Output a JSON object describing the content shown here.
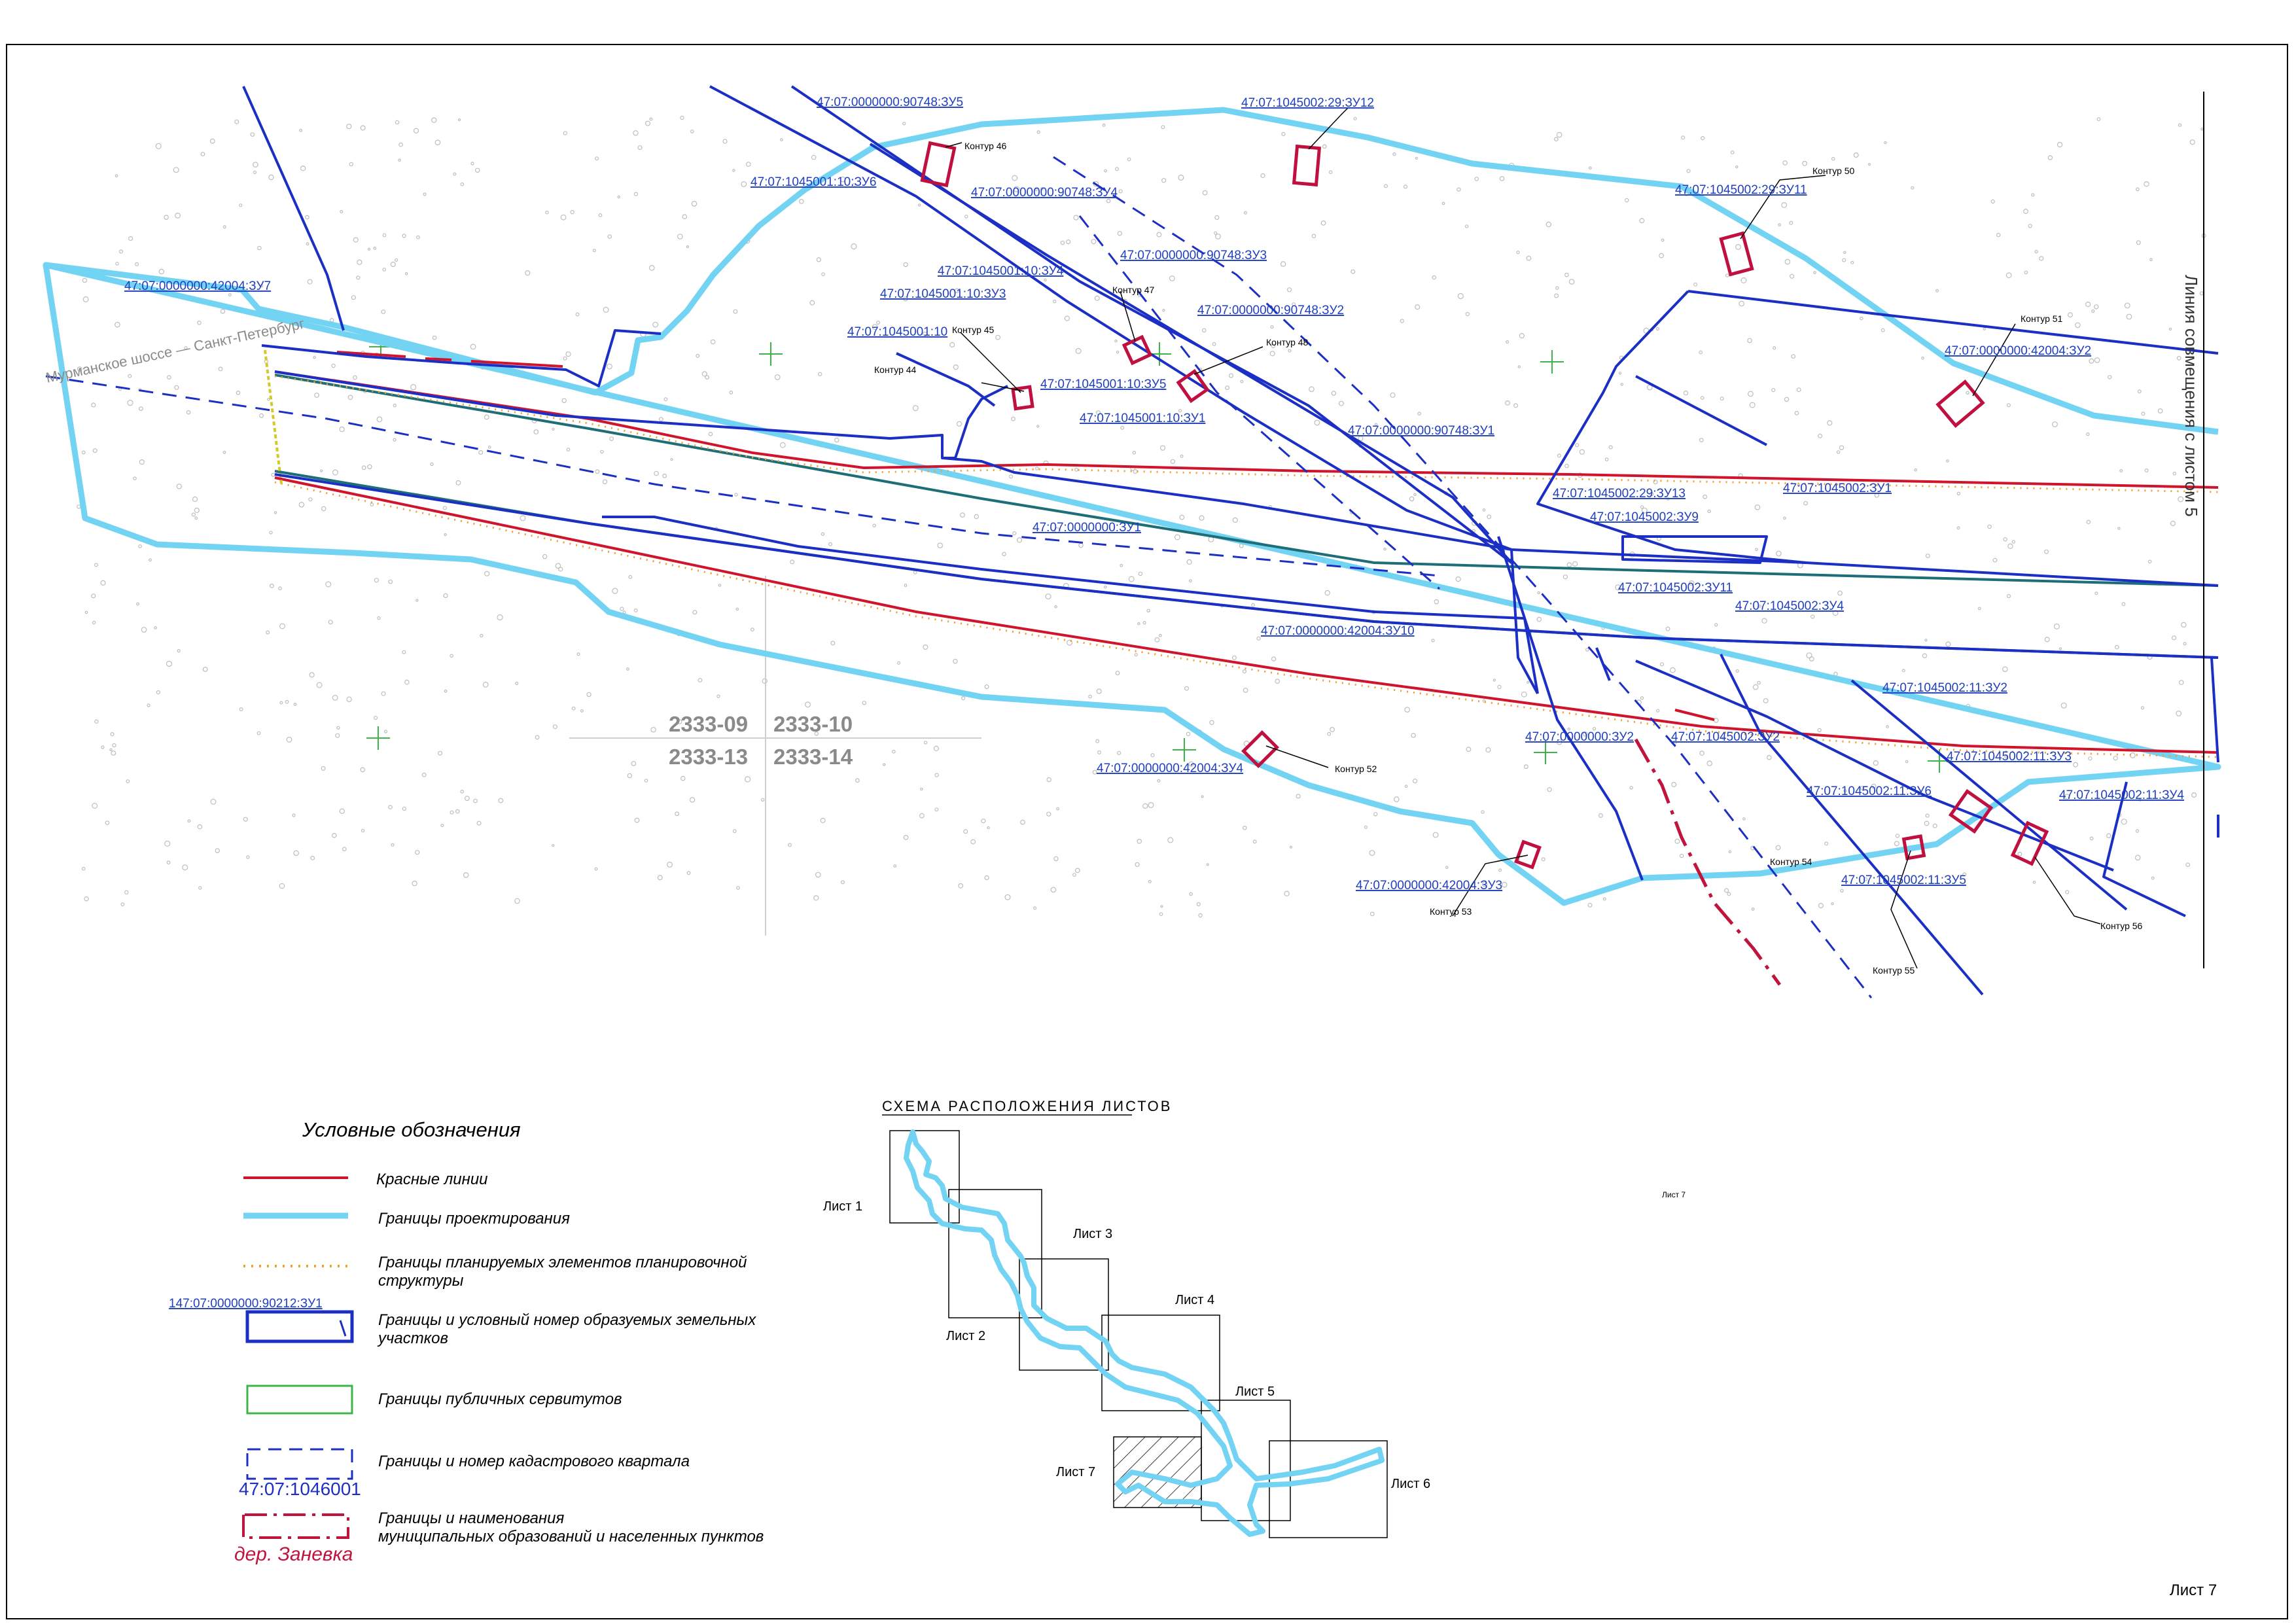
{
  "colors": {
    "red_line": "#d0142c",
    "design_boundary": "#73d3f3",
    "parcel_boundary": "#1c2fc4",
    "easement": "#3cb44a",
    "planning_dots": "#f0a030",
    "kontur_outline": "#c01040",
    "settlement": "#c0143c",
    "cadastral_quarter": "#1c2fc4"
  },
  "map": {
    "road_label": "Мурманское шоссе — Санкт-Петербург",
    "side_label": "Линия совмещения с листом 5",
    "grid_labels": {
      "tl": "2333-09",
      "tr": "2333-10",
      "bl": "2333-13",
      "br": "2333-14"
    },
    "parcels": [
      "47:07:0000000:90748:ЗУ5",
      "47:07:1045002:29:ЗУ12",
      "47:07:1045001:10:ЗУ6",
      "47:07:0000000:90748:ЗУ4",
      "47:07:1045002:29:ЗУ11",
      "47:07:0000000:90748:ЗУ3",
      "47:07:1045001:10:ЗУ4",
      "47:07:0000000:42004:ЗУ7",
      "47:07:1045001:10:ЗУ3",
      "47:07:0000000:90748:ЗУ2",
      "47:07:1045001:10",
      "47:07:0000000:42004:ЗУ2",
      "47:07:1045001:10:ЗУ5",
      "47:07:1045001:10:ЗУ1",
      "47:07:0000000:90748:ЗУ1",
      "47:07:1045002:29:ЗУ13",
      "47:07:1045002:ЗУ1",
      "47:07:1045002:ЗУ9",
      "47:07:0000000:ЗУ1",
      "47:07:1045002:ЗУ11",
      "47:07:1045002:ЗУ4",
      "47:07:0000000:42004:ЗУ10",
      "47:07:1045002:11:ЗУ2",
      "47:07:0000000:ЗУ2",
      "47:07:1045002:ЗУ2",
      "47:07:1045002:11:ЗУ3",
      "47:07:0000000:42004:ЗУ4",
      "47:07:1045002:11:ЗУ6",
      "47:07:1045002:11:ЗУ4",
      "47:07:0000000:42004:ЗУ3",
      "47:07:1045002:11:ЗУ5"
    ],
    "konturs": [
      "Контур 46",
      "Контур 50",
      "Контур 47",
      "Контур 45",
      "Контур 48",
      "Контур 51",
      "Контур 44",
      "Контур 52",
      "Контур 54",
      "Контур 53",
      "Контур 56",
      "Контур 55"
    ]
  },
  "legend": {
    "title": "Условные обозначения",
    "items": [
      {
        "text": "Красные линии"
      },
      {
        "text": "Границы проектирования"
      },
      {
        "text": "Границы планируемых элементов планировочной структуры"
      },
      {
        "text": "Границы и условный номер образуемых земельных участков",
        "sample": "147:07:0000000:90212:ЗУ1"
      },
      {
        "text": "Границы публичных сервитутов"
      },
      {
        "text": "Границы и номер кадастрового квартала",
        "sample": "47:07:1046001"
      },
      {
        "text": "Границы и наименования муниципальных образований и населенных пунктов",
        "sample": "дер. Заневка"
      }
    ]
  },
  "scheme": {
    "title": "СХЕМА РАСПОЛОЖЕНИЯ ЛИСТОВ",
    "sheets": [
      "Лист 1",
      "Лист 2",
      "Лист 3",
      "Лист 4",
      "Лист 5",
      "Лист 6",
      "Лист 7"
    ],
    "current_marker": "Лист 7"
  },
  "sheet_label": "Лист 7"
}
